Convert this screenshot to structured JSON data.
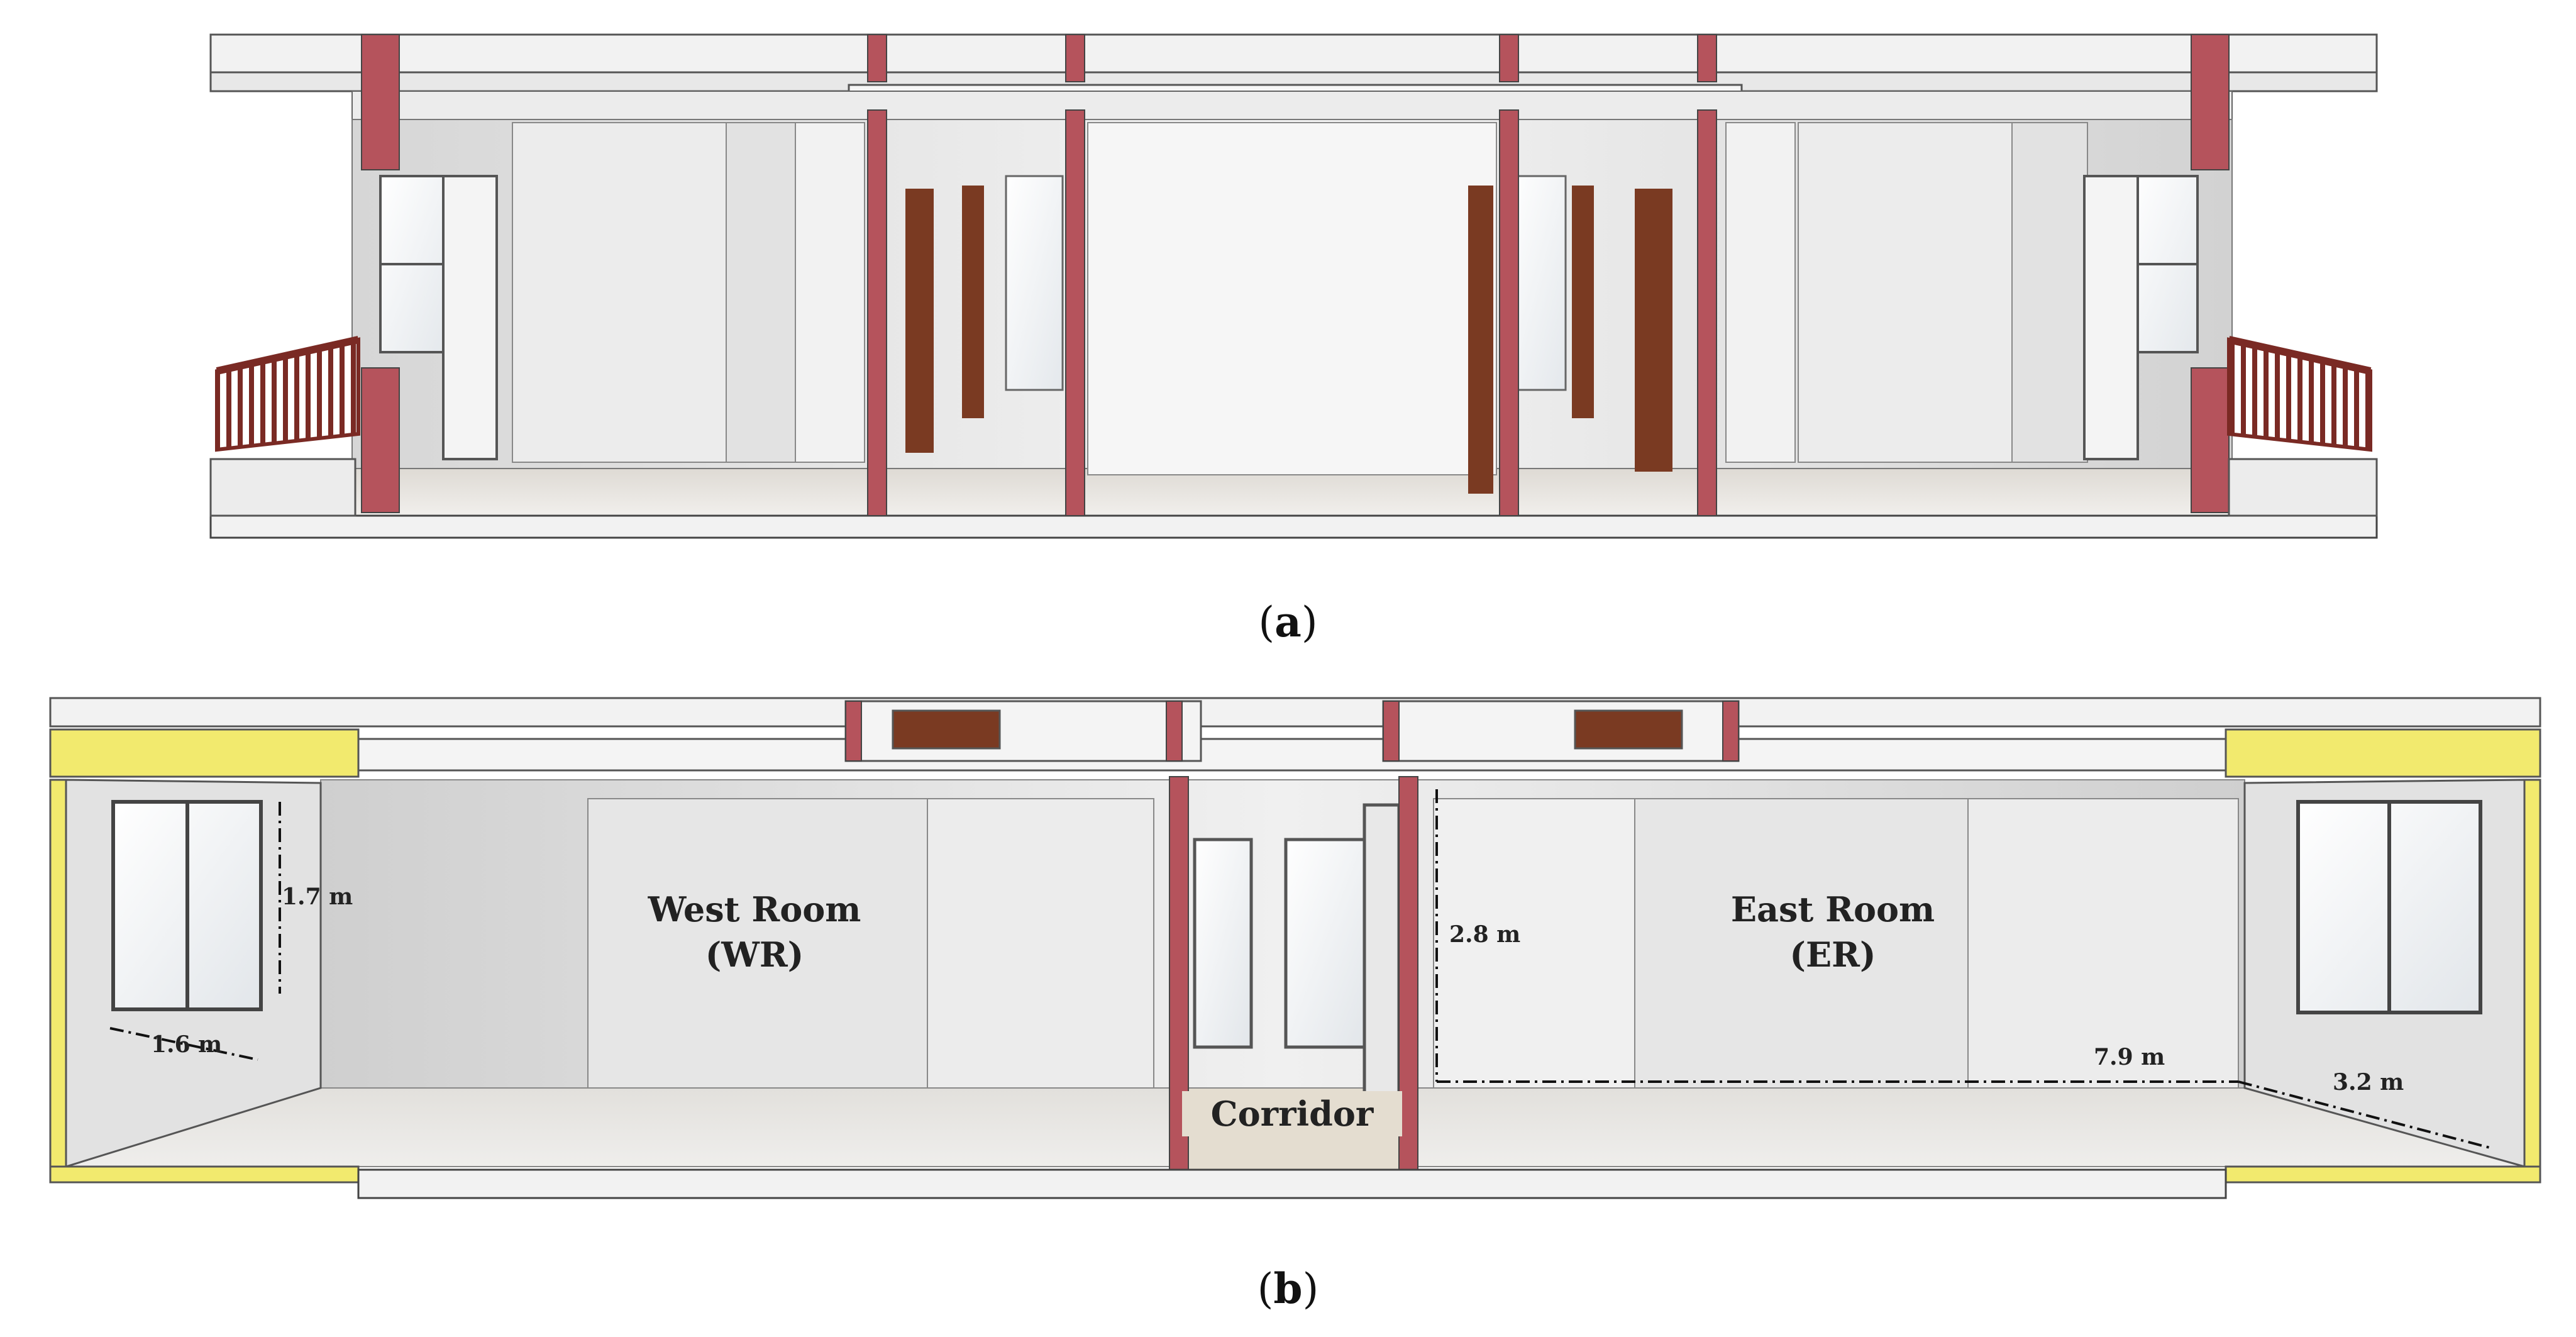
{
  "panels": [
    {
      "id": "a",
      "caption_letter": "a"
    },
    {
      "id": "b",
      "caption_letter": "b"
    }
  ],
  "rooms": {
    "west": {
      "name": "West Room",
      "abbr": "(WR)"
    },
    "east": {
      "name": "East Room",
      "abbr": "(ER)"
    },
    "corridor": {
      "name": "Corridor"
    }
  },
  "dimensions": {
    "window_height": "1.7 m",
    "window_width": "1.6 m",
    "room_height": "2.8 m",
    "room_length": "7.9 m",
    "room_width": "3.2 m"
  },
  "colors": {
    "partition_wall": "#b5535c",
    "door": "#7a3a22",
    "insulation": "#f2ea6e",
    "railing": "#7a2a24",
    "wall_light": "#e6e6e6"
  }
}
